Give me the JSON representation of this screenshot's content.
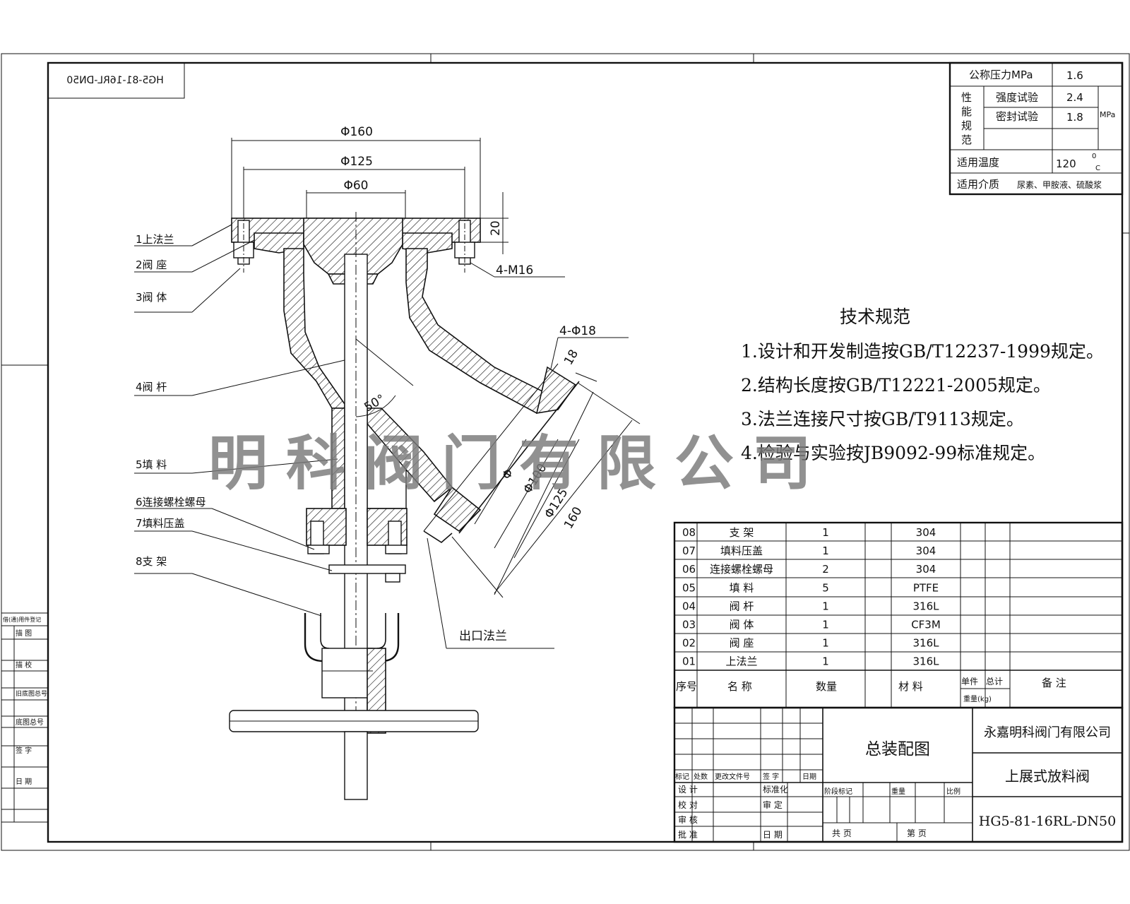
{
  "drawing_number_mirrored": "HG5-81-16RL-DN50",
  "performance_table": {
    "nominal_pressure_label": "公称压力MPa",
    "nominal_pressure_value": "1.6",
    "group_label": "性能规范",
    "strength_test_label": "强度试验",
    "strength_test_value": "2.4",
    "seal_test_label": "密封试验",
    "seal_test_value": "1.8",
    "unit_mpa": "MPa",
    "temp_label": "适用温度",
    "temp_value": "120",
    "temp_unit_top": "0",
    "temp_unit_bottom": "C",
    "medium_label": "适用介质",
    "medium_value": "尿素、甲胺液、硫酸浆"
  },
  "dimensions": {
    "d160": "Φ160",
    "d125": "Φ125",
    "d60": "Φ60",
    "h20": "20",
    "bolts": "4-M16",
    "holes": "4-Φ18",
    "flange_thk": "18",
    "angle": "50°",
    "d_phi": "Φ",
    "d100": "Φ100",
    "d125b": "Φ125",
    "len160": "160"
  },
  "part_callouts": [
    {
      "label": "1上法兰"
    },
    {
      "label": "2阀  座"
    },
    {
      "label": "3阀  体"
    },
    {
      "label": "4阀  杆"
    },
    {
      "label": "5填  料"
    },
    {
      "label": "6连接螺栓螺母"
    },
    {
      "label": "7填料压盖"
    },
    {
      "label": "8支  架"
    }
  ],
  "outlet_flange_label": "出口法兰",
  "tech_spec": {
    "title": "技术规范",
    "items": [
      "1.设计和开发制造按GB/T12237-1999规定。",
      "2.结构长度按GB/T12221-2005规定。",
      "3.法兰连接尺寸按GB/T9113规定。",
      "4.检验与实验按JB9092-99标准规定。"
    ]
  },
  "watermark": "明科阀门有限公司",
  "bom": {
    "rows": [
      {
        "no": "08",
        "name": "支  架",
        "qty": "1",
        "material": "304"
      },
      {
        "no": "07",
        "name": "填料压盖",
        "qty": "1",
        "material": "304"
      },
      {
        "no": "06",
        "name": "连接螺栓螺母",
        "qty": "2",
        "material": "304"
      },
      {
        "no": "05",
        "name": "填  料",
        "qty": "5",
        "material": "PTFE"
      },
      {
        "no": "04",
        "name": "阀  杆",
        "qty": "1",
        "material": "316L"
      },
      {
        "no": "03",
        "name": "阀  体",
        "qty": "1",
        "material": "CF3M"
      },
      {
        "no": "02",
        "name": "阀  座",
        "qty": "1",
        "material": "316L"
      },
      {
        "no": "01",
        "name": "上法兰",
        "qty": "1",
        "material": "316L"
      }
    ],
    "header": {
      "no": "序号",
      "name": "名    称",
      "qty": "数量",
      "material": "材    料",
      "unit_weight": "单件",
      "total_weight": "总计",
      "weight": "重量(kg)",
      "remark": "备    注"
    }
  },
  "title_block": {
    "drawing_title": "总装配图",
    "company": "永嘉明科阀门有限公司",
    "product": "上展式放料阀",
    "drawing_no": "HG5-81-16RL-DN50",
    "rev_headers": [
      "标记",
      "处数",
      "更改文件号",
      "签  字",
      "日期"
    ],
    "roles": [
      "设  计",
      "校  对",
      "审  核",
      "批  准"
    ],
    "roles_right": [
      "标准化",
      "审  定",
      "日  期"
    ],
    "stage_headers": [
      "阶段标记",
      "重量",
      "比例"
    ],
    "sheets": [
      "共    页",
      "第    页"
    ]
  },
  "left_strip": [
    "借(通)用件登记",
    "描  图",
    "描  校",
    "旧底图总号",
    "底图总号",
    "签  字",
    "日  期"
  ]
}
